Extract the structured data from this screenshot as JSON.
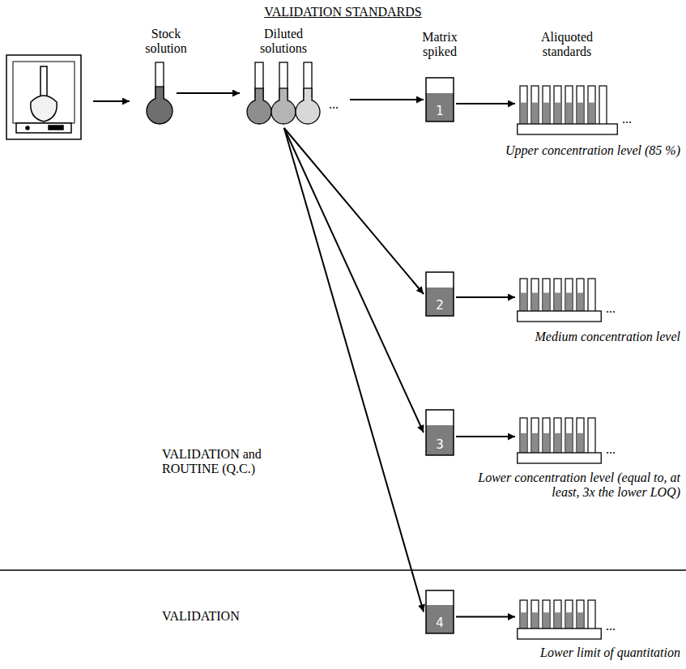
{
  "diagram": {
    "title": "VALIDATION STANDARDS",
    "nodes": [
      {
        "text": [
          "Stock solution"
        ]
      },
      {
        "text": [
          "Diluted solutions"
        ]
      },
      {
        "text": [
          "Matrix spiked",
          "1"
        ]
      },
      {
        "text": [
          "Aliquoted standards",
          "Upper concentration level (85 %)"
        ]
      },
      {
        "text": [
          "2"
        ]
      },
      {
        "text": [
          "Medium concentration level"
        ]
      },
      {
        "text": [
          "3"
        ]
      },
      {
        "text": [
          "Lower concentration level (equal to, at least, 3x the lower LOQ)"
        ]
      },
      {
        "text": [
          "4"
        ]
      },
      {
        "text": [
          "Lower limit of quantitation"
        ]
      }
    ],
    "edges": [
      {
        "from": 0,
        "to": 1,
        "arrow": "to"
      },
      {
        "from": 1,
        "to": 2,
        "arrow": "to"
      },
      {
        "from": 2,
        "to": 3,
        "arrow": "to"
      },
      {
        "from": 1,
        "to": 4,
        "arrow": "to"
      },
      {
        "from": 4,
        "to": 5,
        "arrow": "to"
      },
      {
        "from": 1,
        "to": 6,
        "arrow": "to"
      },
      {
        "from": 6,
        "to": 7,
        "arrow": "to"
      },
      {
        "from": 1,
        "to": 8,
        "arrow": "to"
      },
      {
        "from": 8,
        "to": 9,
        "arrow": "to"
      }
    ],
    "labels": [
      "...",
      "...",
      "...",
      "...",
      "...",
      "VALIDATION and ROUTINE (Q.C.)",
      "VALIDATION"
    ]
  }
}
